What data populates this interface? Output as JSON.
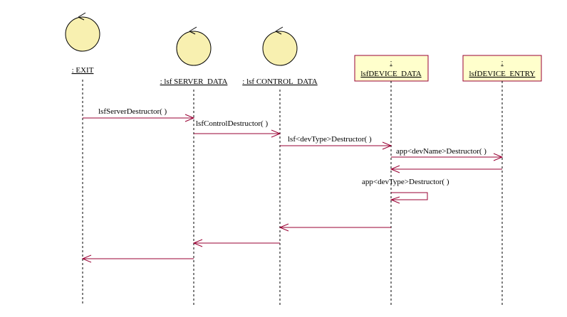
{
  "colors": {
    "message": "#990033",
    "object_fill": "#FFFFCC",
    "object_border": "#990033",
    "control_fill": "#F8F0B0"
  },
  "objects": [
    {
      "id": "exit",
      "kind": "control",
      "label": ": EXIT"
    },
    {
      "id": "server",
      "kind": "control",
      "label": ": lsf SERVER_DATA"
    },
    {
      "id": "control",
      "kind": "control",
      "label": ": lsf CONTROL_DATA"
    },
    {
      "id": "device",
      "kind": "entity",
      "colon": ":",
      "label": "lsfDEVICE_DATA"
    },
    {
      "id": "entry",
      "kind": "entity",
      "colon": ":",
      "label": "lsfDEVICE_ENTRY"
    }
  ],
  "messages": [
    {
      "from": "exit",
      "to": "server",
      "label": "lsfServerDestructor( )"
    },
    {
      "from": "server",
      "to": "control",
      "label": "lsfControlDestructor( )"
    },
    {
      "from": "control",
      "to": "device",
      "label": "lsf<devType>Destructor( )"
    },
    {
      "from": "device",
      "to": "entry",
      "label": "app<devName>Destructor( )"
    },
    {
      "from": "entry",
      "to": "device",
      "label": "",
      "return": true
    },
    {
      "from": "device",
      "to": "device",
      "label": "app<devType>Destructor( )",
      "self": true
    },
    {
      "from": "device",
      "to": "control",
      "label": "",
      "return": true
    },
    {
      "from": "control",
      "to": "server",
      "label": "",
      "return": true
    },
    {
      "from": "server",
      "to": "exit",
      "label": "",
      "return": true
    }
  ]
}
